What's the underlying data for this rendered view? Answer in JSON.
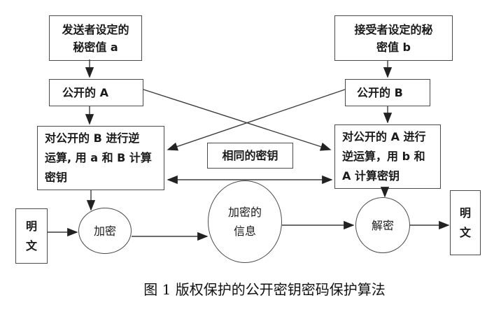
{
  "diagram": {
    "caption": "图 1 版权保护的公开密钥密码保护算法",
    "colors": {
      "line": "#333333",
      "border": "#4a4a4a",
      "text": "#1a1a1a",
      "background": "#ffffff"
    },
    "nodes": {
      "sender_secret": {
        "line1": "发送者设定的",
        "line2": "秘密值 a"
      },
      "receiver_secret": {
        "line1": "接受者设定的秘",
        "line2": "密值 b"
      },
      "public_a": {
        "label": "公开的 A"
      },
      "public_b": {
        "label": "公开的 B"
      },
      "compute_left": {
        "line1": "对公开的 B 进行逆",
        "line2": "运算, 用 a 和 B 计算",
        "line3": "密钥"
      },
      "compute_right": {
        "line1": "对公开的 A 进行",
        "line2": "逆运算，用 b 和",
        "line3": "A 计算密钥"
      },
      "same_key": {
        "label": "相同的密钥"
      },
      "plaintext_left": {
        "line1": "明",
        "line2": "文"
      },
      "encrypt": {
        "label": "加密"
      },
      "encrypted_info": {
        "line1": "加密的",
        "line2": "信息"
      },
      "decrypt": {
        "label": "解密"
      },
      "plaintext_right": {
        "line1": "明",
        "line2": "文"
      }
    }
  }
}
